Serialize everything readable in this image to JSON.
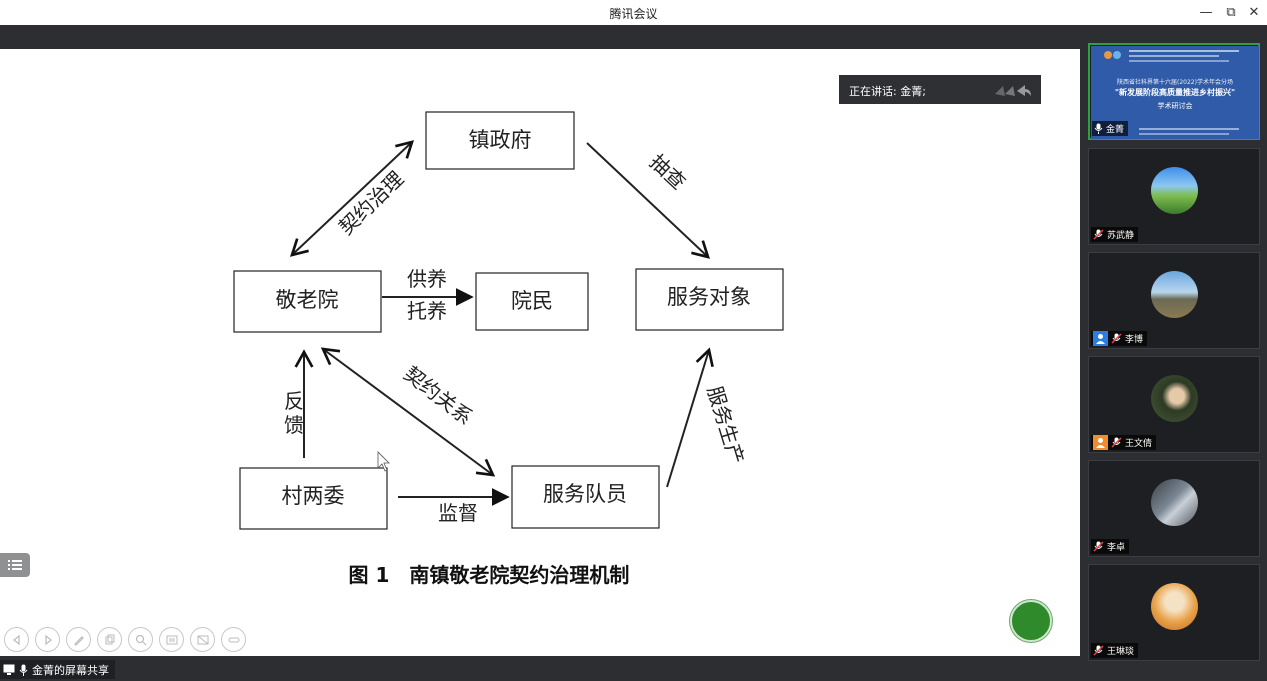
{
  "window": {
    "title": "腾讯会议",
    "minimize_glyph": "—",
    "restore_glyph": "⧉",
    "close_glyph": "✕"
  },
  "speaking": {
    "label": "正在讲话: 金菁;"
  },
  "diagram": {
    "boxes": {
      "zhenzhengfu": "镇政府",
      "jinglaoyuan": "敬老院",
      "yuanmin": "院民",
      "fuwuduixiang": "服务对象",
      "cunliangwei": "村两委",
      "fuwuduiyuan": "服务队员"
    },
    "labels": {
      "qiyuezhili": "契约治理",
      "choucha": "抽查",
      "gongyang": "供养",
      "tuoyang": "托养",
      "qiyueguanxi": "契约关系",
      "fankui_1": "反",
      "fankui_2": "馈",
      "fuwushengchan": "服务生产",
      "jiandu": "监督"
    },
    "caption": "图 1　南镇敬老院契约治理机制"
  },
  "share": {
    "label": "金菁的屏幕共享"
  },
  "thumbnail": {
    "line1": "陕西省社科界第十六届(2022)学术年会分场",
    "line2": "\"新发展阶段高质量推进乡村振兴\"",
    "line3": "学术研讨会"
  },
  "participants": [
    {
      "name": "金菁",
      "avatar": "slide-thumbnail",
      "mic": "on"
    },
    {
      "name": "苏武静",
      "avatar": "landscape-green",
      "mic": "muted"
    },
    {
      "name": "李博",
      "avatar": "mountain",
      "mic": "muted",
      "badge": "user-blue"
    },
    {
      "name": "王文倩",
      "avatar": "portrait",
      "mic": "muted",
      "badge": "user-orange"
    },
    {
      "name": "李卓",
      "avatar": "building",
      "mic": "muted"
    },
    {
      "name": "王琳琰",
      "avatar": "people-orange",
      "mic": "muted"
    }
  ],
  "colors": {
    "dark_bg": "#2c2e31",
    "active_border": "#2ea043",
    "thumb_blue": "#2f5ba8",
    "green_button": "#2f8a2c"
  }
}
